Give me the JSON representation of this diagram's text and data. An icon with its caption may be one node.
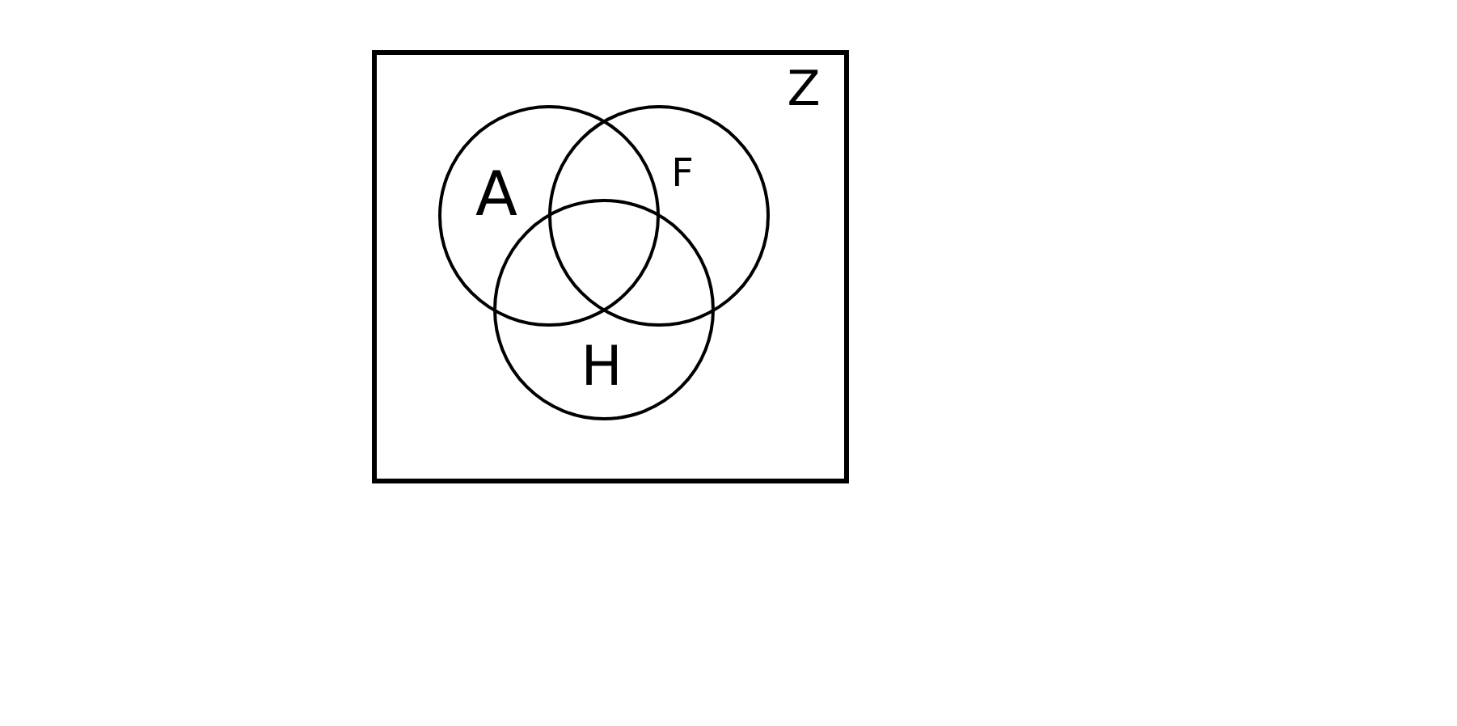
{
  "diagram": {
    "nodes": [
      {
        "text": [
          "Z"
        ]
      },
      {
        "text": [
          "A"
        ],
        "in": 0
      },
      {
        "text": [
          "F"
        ],
        "in": 0
      },
      {
        "text": [
          "H"
        ],
        "in": 0
      }
    ]
  }
}
